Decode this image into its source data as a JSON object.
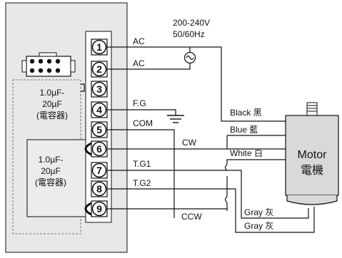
{
  "power_supply": {
    "voltage": "200-240V",
    "frequency": "50/60Hz"
  },
  "terminals": [
    {
      "number": "1",
      "label": "AC"
    },
    {
      "number": "2",
      "label": "AC"
    },
    {
      "number": "3",
      "label": ""
    },
    {
      "number": "4",
      "label": "F.G"
    },
    {
      "number": "5",
      "label": "COM"
    },
    {
      "number": "6",
      "label": ""
    },
    {
      "number": "7",
      "label": "T.G1"
    },
    {
      "number": "8",
      "label": "T.G2"
    },
    {
      "number": "9",
      "label": ""
    }
  ],
  "capacitor_top": {
    "line1": "1.0µF-",
    "line2": "20µF",
    "line3": "(電容器)"
  },
  "capacitor_bottom": {
    "line1": "1.0µF-",
    "line2": "20µF",
    "line3": "(電容器)"
  },
  "direction_labels": {
    "cw": "CW",
    "ccw": "CCW"
  },
  "wire_labels": {
    "black": "Black 黑",
    "blue": "Blue  藍",
    "white": "White 白",
    "gray1": "Gray  灰",
    "gray2": "Gray  灰"
  },
  "motor": {
    "line1": "Motor",
    "line2": "電機"
  },
  "colors": {
    "panel": "#e8e8e8",
    "motor": "#d9d9d9",
    "line": "#111111"
  }
}
